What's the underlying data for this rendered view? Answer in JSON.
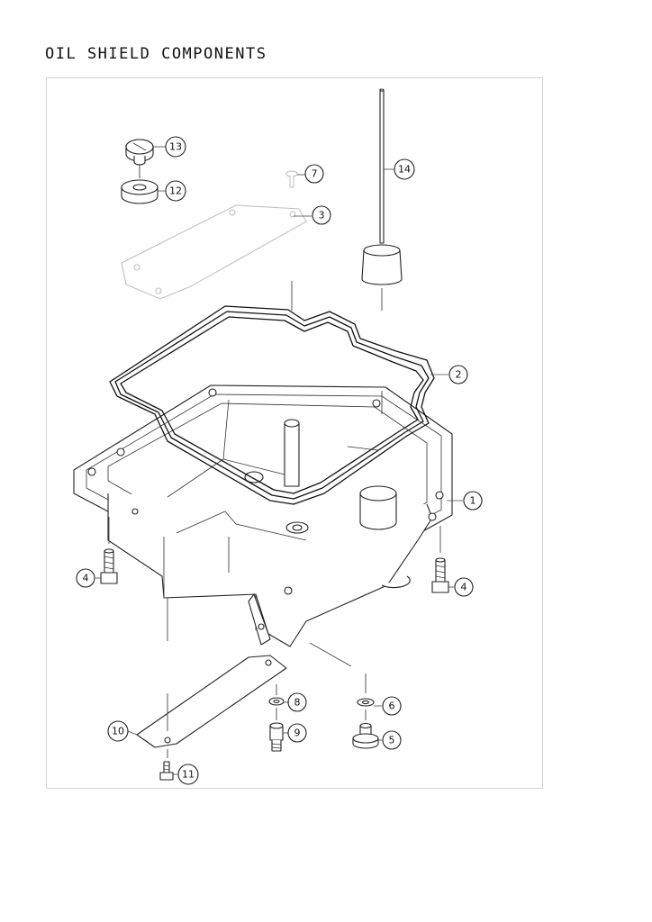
{
  "title": "OIL SHIELD COMPONENTS",
  "callouts": [
    {
      "id": "callout-1",
      "label": "1"
    },
    {
      "id": "callout-2",
      "label": "2"
    },
    {
      "id": "callout-3",
      "label": "3"
    },
    {
      "id": "callout-4-left",
      "label": "4"
    },
    {
      "id": "callout-4-right",
      "label": "4"
    },
    {
      "id": "callout-5",
      "label": "5"
    },
    {
      "id": "callout-6",
      "label": "6"
    },
    {
      "id": "callout-7",
      "label": "7"
    },
    {
      "id": "callout-8",
      "label": "8"
    },
    {
      "id": "callout-9",
      "label": "9"
    },
    {
      "id": "callout-10",
      "label": "10"
    },
    {
      "id": "callout-11",
      "label": "11"
    },
    {
      "id": "callout-12",
      "label": "12"
    },
    {
      "id": "callout-13",
      "label": "13"
    },
    {
      "id": "callout-14",
      "label": "14"
    }
  ]
}
